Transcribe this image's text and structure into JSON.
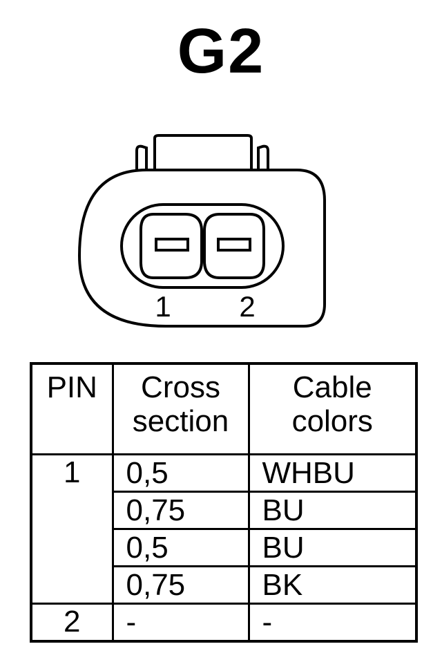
{
  "title": "G2",
  "connector": {
    "pin_labels": [
      "1",
      "2"
    ]
  },
  "table": {
    "headers": {
      "pin": "PIN",
      "cross_section": [
        "Cross",
        "section"
      ],
      "cable_colors": [
        "Cable",
        "colors"
      ]
    },
    "rows": [
      {
        "pin": "1",
        "cross_section": "0,5",
        "color": "WHBU"
      },
      {
        "pin": "",
        "cross_section": "0,75",
        "color": "BU"
      },
      {
        "pin": "",
        "cross_section": "0,5",
        "color": "BU"
      },
      {
        "pin": "",
        "cross_section": "0,75",
        "color": "BK"
      },
      {
        "pin": "2",
        "cross_section": "-",
        "color": "-"
      }
    ]
  }
}
